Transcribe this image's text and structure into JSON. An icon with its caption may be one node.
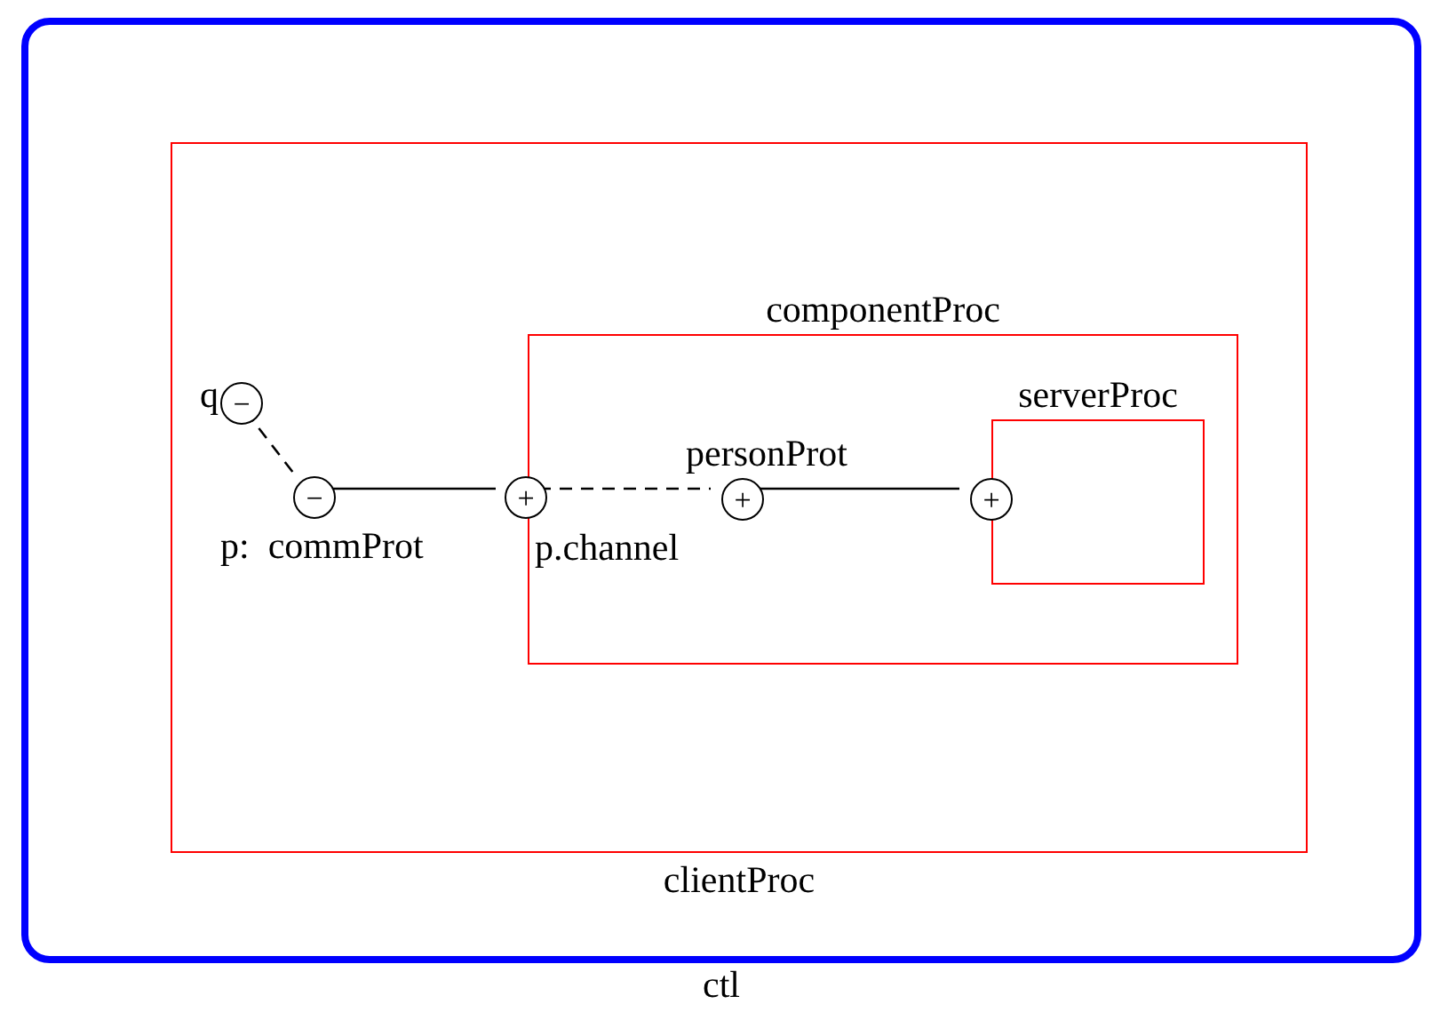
{
  "diagram": {
    "nodes": [
      {
        "text": [
          "ctl"
        ]
      },
      {
        "text": [
          "clientProc"
        ],
        "in": 0
      },
      {
        "text": [
          "componentProc"
        ],
        "in": 1
      },
      {
        "text": [
          "serverProc"
        ],
        "in": 2
      },
      {
        "text": [
          "−"
        ],
        "in": 1,
        "beside": [
          "q"
        ]
      },
      {
        "text": [
          "−"
        ],
        "in": 1,
        "beside": [
          "p:  commProt"
        ]
      },
      {
        "text": [
          "+"
        ],
        "in": 1,
        "beside": [
          "p.channel"
        ]
      },
      {
        "text": [
          "+"
        ],
        "in": 2,
        "beside": [
          "personProt"
        ]
      },
      {
        "text": [
          "+"
        ],
        "in": 2
      }
    ],
    "edges": [
      {
        "from": 4,
        "to": 5,
        "arrow": "none",
        "style": "dashed"
      },
      {
        "from": 5,
        "to": 6,
        "arrow": "none"
      },
      {
        "from": 6,
        "to": 7,
        "arrow": "none",
        "style": "dashed"
      },
      {
        "from": 7,
        "to": 8,
        "arrow": "none"
      }
    ]
  }
}
